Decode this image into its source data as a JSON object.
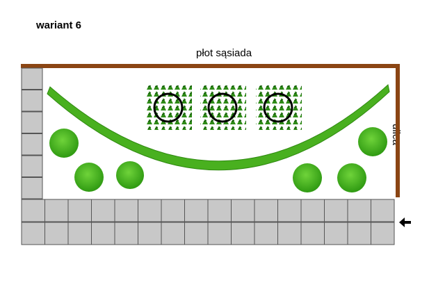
{
  "title": "wariant 6",
  "labels": {
    "neighbor_fence": "płot sąsiada",
    "street": "ulica"
  },
  "colors": {
    "fence": "#8b4513",
    "tile": "#c8c8c8",
    "tile_border": "#555555",
    "hedge": "#49b01f",
    "shrub": "#3aa518",
    "flower_bed": "#2d8a16"
  },
  "icons": {
    "entry": "left-arrow-icon"
  }
}
